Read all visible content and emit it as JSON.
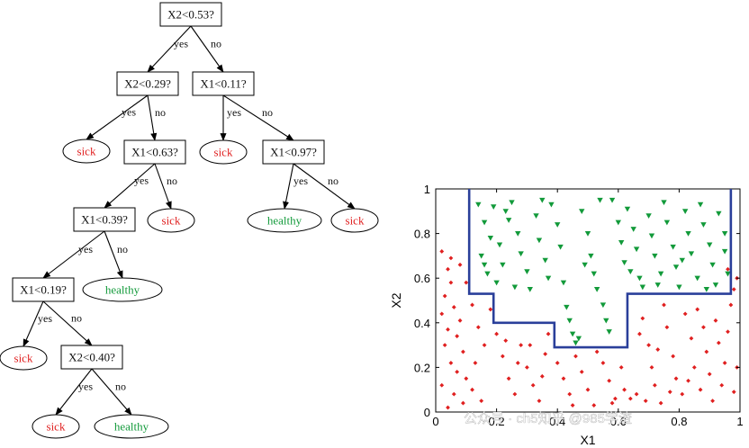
{
  "tree": {
    "decisions": [
      {
        "id": "d1",
        "label": "X2<0.53?"
      },
      {
        "id": "d2",
        "label": "X2<0.29?"
      },
      {
        "id": "d3",
        "label": "X1<0.11?"
      },
      {
        "id": "d4",
        "label": "X1<0.63?"
      },
      {
        "id": "d5",
        "label": "X1<0.97?"
      },
      {
        "id": "d6",
        "label": "X1<0.39?"
      },
      {
        "id": "d7",
        "label": "X1<0.19?"
      },
      {
        "id": "d8",
        "label": "X2<0.40?"
      }
    ],
    "leaves": [
      {
        "id": "l1",
        "label": "sick",
        "class": "sick"
      },
      {
        "id": "l2",
        "label": "sick",
        "class": "sick"
      },
      {
        "id": "l3",
        "label": "sick",
        "class": "sick"
      },
      {
        "id": "l4",
        "label": "healthy",
        "class": "healthy"
      },
      {
        "id": "l5",
        "label": "sick",
        "class": "sick"
      },
      {
        "id": "l6",
        "label": "healthy",
        "class": "healthy"
      },
      {
        "id": "l7",
        "label": "sick",
        "class": "sick"
      },
      {
        "id": "l8",
        "label": "sick",
        "class": "sick"
      },
      {
        "id": "l9",
        "label": "healthy",
        "class": "healthy"
      }
    ],
    "edges": [
      {
        "from": "d1",
        "to": "d2",
        "label": "yes"
      },
      {
        "from": "d1",
        "to": "d3",
        "label": "no"
      },
      {
        "from": "d2",
        "to": "l1",
        "label": "yes"
      },
      {
        "from": "d2",
        "to": "d4",
        "label": "no"
      },
      {
        "from": "d3",
        "to": "l2",
        "label": "yes"
      },
      {
        "from": "d3",
        "to": "d5",
        "label": "no"
      },
      {
        "from": "d4",
        "to": "d6",
        "label": "yes"
      },
      {
        "from": "d4",
        "to": "l3",
        "label": "no"
      },
      {
        "from": "d5",
        "to": "l4",
        "label": "yes"
      },
      {
        "from": "d5",
        "to": "l5",
        "label": "no"
      },
      {
        "from": "d6",
        "to": "d7",
        "label": "yes"
      },
      {
        "from": "d6",
        "to": "l6",
        "label": "no"
      },
      {
        "from": "d7",
        "to": "l7",
        "label": "yes"
      },
      {
        "from": "d7",
        "to": "d8",
        "label": "no"
      },
      {
        "from": "d8",
        "to": "l8",
        "label": "yes"
      },
      {
        "from": "d8",
        "to": "l9",
        "label": "no"
      }
    ],
    "colors": {
      "sick": "#e02020",
      "healthy": "#129a3a",
      "line": "#000000"
    }
  },
  "plot": {
    "xlabel": "X1",
    "ylabel": "X2",
    "xlim": [
      0,
      1
    ],
    "ylim": [
      0,
      1
    ],
    "xticks": [
      "0",
      "0.2",
      "0.4",
      "0.6",
      "0.8",
      "1"
    ],
    "yticks": [
      "0",
      "0.2",
      "0.4",
      "0.6",
      "0.8",
      "1"
    ],
    "boundary_color": "#2a3f9a",
    "boundary": [
      [
        0.11,
        1.0
      ],
      [
        0.11,
        0.53
      ],
      [
        0.19,
        0.53
      ],
      [
        0.19,
        0.4
      ],
      [
        0.39,
        0.4
      ],
      [
        0.39,
        0.29
      ],
      [
        0.63,
        0.29
      ],
      [
        0.63,
        0.53
      ],
      [
        0.97,
        0.53
      ],
      [
        0.97,
        1.0
      ]
    ],
    "series": [
      {
        "class": "sick",
        "marker": "diamond",
        "color": "#e02020",
        "points": [
          [
            0.02,
            0.72
          ],
          [
            0.04,
            0.64
          ],
          [
            0.05,
            0.58
          ],
          [
            0.03,
            0.52
          ],
          [
            0.06,
            0.47
          ],
          [
            0.02,
            0.44
          ],
          [
            0.08,
            0.41
          ],
          [
            0.04,
            0.37
          ],
          [
            0.07,
            0.34
          ],
          [
            0.03,
            0.3
          ],
          [
            0.09,
            0.27
          ],
          [
            0.05,
            0.22
          ],
          [
            0.02,
            0.12
          ],
          [
            0.07,
            0.18
          ],
          [
            0.1,
            0.15
          ],
          [
            0.06,
            0.08
          ],
          [
            0.09,
            0.04
          ],
          [
            0.04,
            0.02
          ],
          [
            0.12,
            0.1
          ],
          [
            0.15,
            0.05
          ],
          [
            0.13,
            0.22
          ],
          [
            0.16,
            0.3
          ],
          [
            0.14,
            0.38
          ],
          [
            0.12,
            0.48
          ],
          [
            0.18,
            0.46
          ],
          [
            0.1,
            0.58
          ],
          [
            0.08,
            0.66
          ],
          [
            0.05,
            0.69
          ],
          [
            0.2,
            0.35
          ],
          [
            0.22,
            0.25
          ],
          [
            0.24,
            0.15
          ],
          [
            0.26,
            0.08
          ],
          [
            0.28,
            0.3
          ],
          [
            0.3,
            0.2
          ],
          [
            0.32,
            0.12
          ],
          [
            0.34,
            0.05
          ],
          [
            0.36,
            0.26
          ],
          [
            0.37,
            0.35
          ],
          [
            0.4,
            0.22
          ],
          [
            0.42,
            0.15
          ],
          [
            0.44,
            0.08
          ],
          [
            0.46,
            0.25
          ],
          [
            0.48,
            0.18
          ],
          [
            0.5,
            0.1
          ],
          [
            0.52,
            0.03
          ],
          [
            0.55,
            0.22
          ],
          [
            0.57,
            0.14
          ],
          [
            0.59,
            0.06
          ],
          [
            0.61,
            0.2
          ],
          [
            0.62,
            0.1
          ],
          [
            0.64,
            0.06
          ],
          [
            0.66,
            0.08
          ],
          [
            0.67,
            0.35
          ],
          [
            0.68,
            0.42
          ],
          [
            0.7,
            0.3
          ],
          [
            0.71,
            0.2
          ],
          [
            0.72,
            0.12
          ],
          [
            0.74,
            0.04
          ],
          [
            0.75,
            0.48
          ],
          [
            0.76,
            0.38
          ],
          [
            0.78,
            0.25
          ],
          [
            0.79,
            0.15
          ],
          [
            0.81,
            0.08
          ],
          [
            0.82,
            0.44
          ],
          [
            0.84,
            0.33
          ],
          [
            0.85,
            0.2
          ],
          [
            0.86,
            0.46
          ],
          [
            0.87,
            0.1
          ],
          [
            0.88,
            0.38
          ],
          [
            0.89,
            0.27
          ],
          [
            0.9,
            0.17
          ],
          [
            0.91,
            0.05
          ],
          [
            0.92,
            0.41
          ],
          [
            0.93,
            0.31
          ],
          [
            0.94,
            0.12
          ],
          [
            0.95,
            0.22
          ],
          [
            0.96,
            0.36
          ],
          [
            0.97,
            0.48
          ],
          [
            0.98,
            0.09
          ],
          [
            0.99,
            0.2
          ],
          [
            0.98,
            0.55
          ],
          [
            0.99,
            0.6
          ],
          [
            0.96,
            0.64
          ],
          [
            0.23,
            0.32
          ],
          [
            0.27,
            0.22
          ],
          [
            0.31,
            0.3
          ],
          [
            0.35,
            0.16
          ],
          [
            0.45,
            0.03
          ],
          [
            0.53,
            0.27
          ],
          [
            0.58,
            0.04
          ],
          [
            0.69,
            0.05
          ],
          [
            0.73,
            0.28
          ],
          [
            0.77,
            0.09
          ],
          [
            0.83,
            0.14
          ]
        ]
      },
      {
        "class": "healthy",
        "marker": "triangle-down",
        "color": "#129a3a",
        "points": [
          [
            0.14,
            0.93
          ],
          [
            0.16,
            0.85
          ],
          [
            0.18,
            0.78
          ],
          [
            0.15,
            0.7
          ],
          [
            0.17,
            0.62
          ],
          [
            0.2,
            0.58
          ],
          [
            0.22,
            0.66
          ],
          [
            0.21,
            0.75
          ],
          [
            0.24,
            0.86
          ],
          [
            0.25,
            0.94
          ],
          [
            0.27,
            0.8
          ],
          [
            0.28,
            0.71
          ],
          [
            0.3,
            0.63
          ],
          [
            0.31,
            0.55
          ],
          [
            0.33,
            0.88
          ],
          [
            0.34,
            0.77
          ],
          [
            0.36,
            0.68
          ],
          [
            0.37,
            0.6
          ],
          [
            0.38,
            0.93
          ],
          [
            0.4,
            0.84
          ],
          [
            0.41,
            0.74
          ],
          [
            0.42,
            0.58
          ],
          [
            0.43,
            0.47
          ],
          [
            0.44,
            0.41
          ],
          [
            0.45,
            0.35
          ],
          [
            0.46,
            0.31
          ],
          [
            0.47,
            0.33
          ],
          [
            0.48,
            0.9
          ],
          [
            0.5,
            0.8
          ],
          [
            0.51,
            0.7
          ],
          [
            0.52,
            0.62
          ],
          [
            0.53,
            0.55
          ],
          [
            0.55,
            0.48
          ],
          [
            0.56,
            0.41
          ],
          [
            0.57,
            0.36
          ],
          [
            0.58,
            0.95
          ],
          [
            0.6,
            0.85
          ],
          [
            0.61,
            0.76
          ],
          [
            0.62,
            0.67
          ],
          [
            0.63,
            0.91
          ],
          [
            0.65,
            0.82
          ],
          [
            0.66,
            0.73
          ],
          [
            0.67,
            0.6
          ],
          [
            0.68,
            0.56
          ],
          [
            0.7,
            0.88
          ],
          [
            0.71,
            0.79
          ],
          [
            0.72,
            0.7
          ],
          [
            0.74,
            0.62
          ],
          [
            0.75,
            0.94
          ],
          [
            0.76,
            0.85
          ],
          [
            0.78,
            0.74
          ],
          [
            0.79,
            0.65
          ],
          [
            0.8,
            0.56
          ],
          [
            0.82,
            0.9
          ],
          [
            0.83,
            0.8
          ],
          [
            0.84,
            0.71
          ],
          [
            0.86,
            0.6
          ],
          [
            0.87,
            0.93
          ],
          [
            0.88,
            0.84
          ],
          [
            0.9,
            0.75
          ],
          [
            0.91,
            0.66
          ],
          [
            0.92,
            0.57
          ],
          [
            0.93,
            0.89
          ],
          [
            0.95,
            0.8
          ],
          [
            0.95,
            0.72
          ],
          [
            0.96,
            0.62
          ],
          [
            0.19,
            0.92
          ],
          [
            0.26,
            0.56
          ],
          [
            0.35,
            0.95
          ],
          [
            0.49,
            0.66
          ],
          [
            0.54,
            0.95
          ],
          [
            0.64,
            0.63
          ],
          [
            0.73,
            0.57
          ],
          [
            0.81,
            0.68
          ],
          [
            0.89,
            0.55
          ],
          [
            0.16,
            0.66
          ],
          [
            0.23,
            0.9
          ]
        ]
      }
    ]
  },
  "watermark": "公众号 · ch5知乎 @985学渣"
}
